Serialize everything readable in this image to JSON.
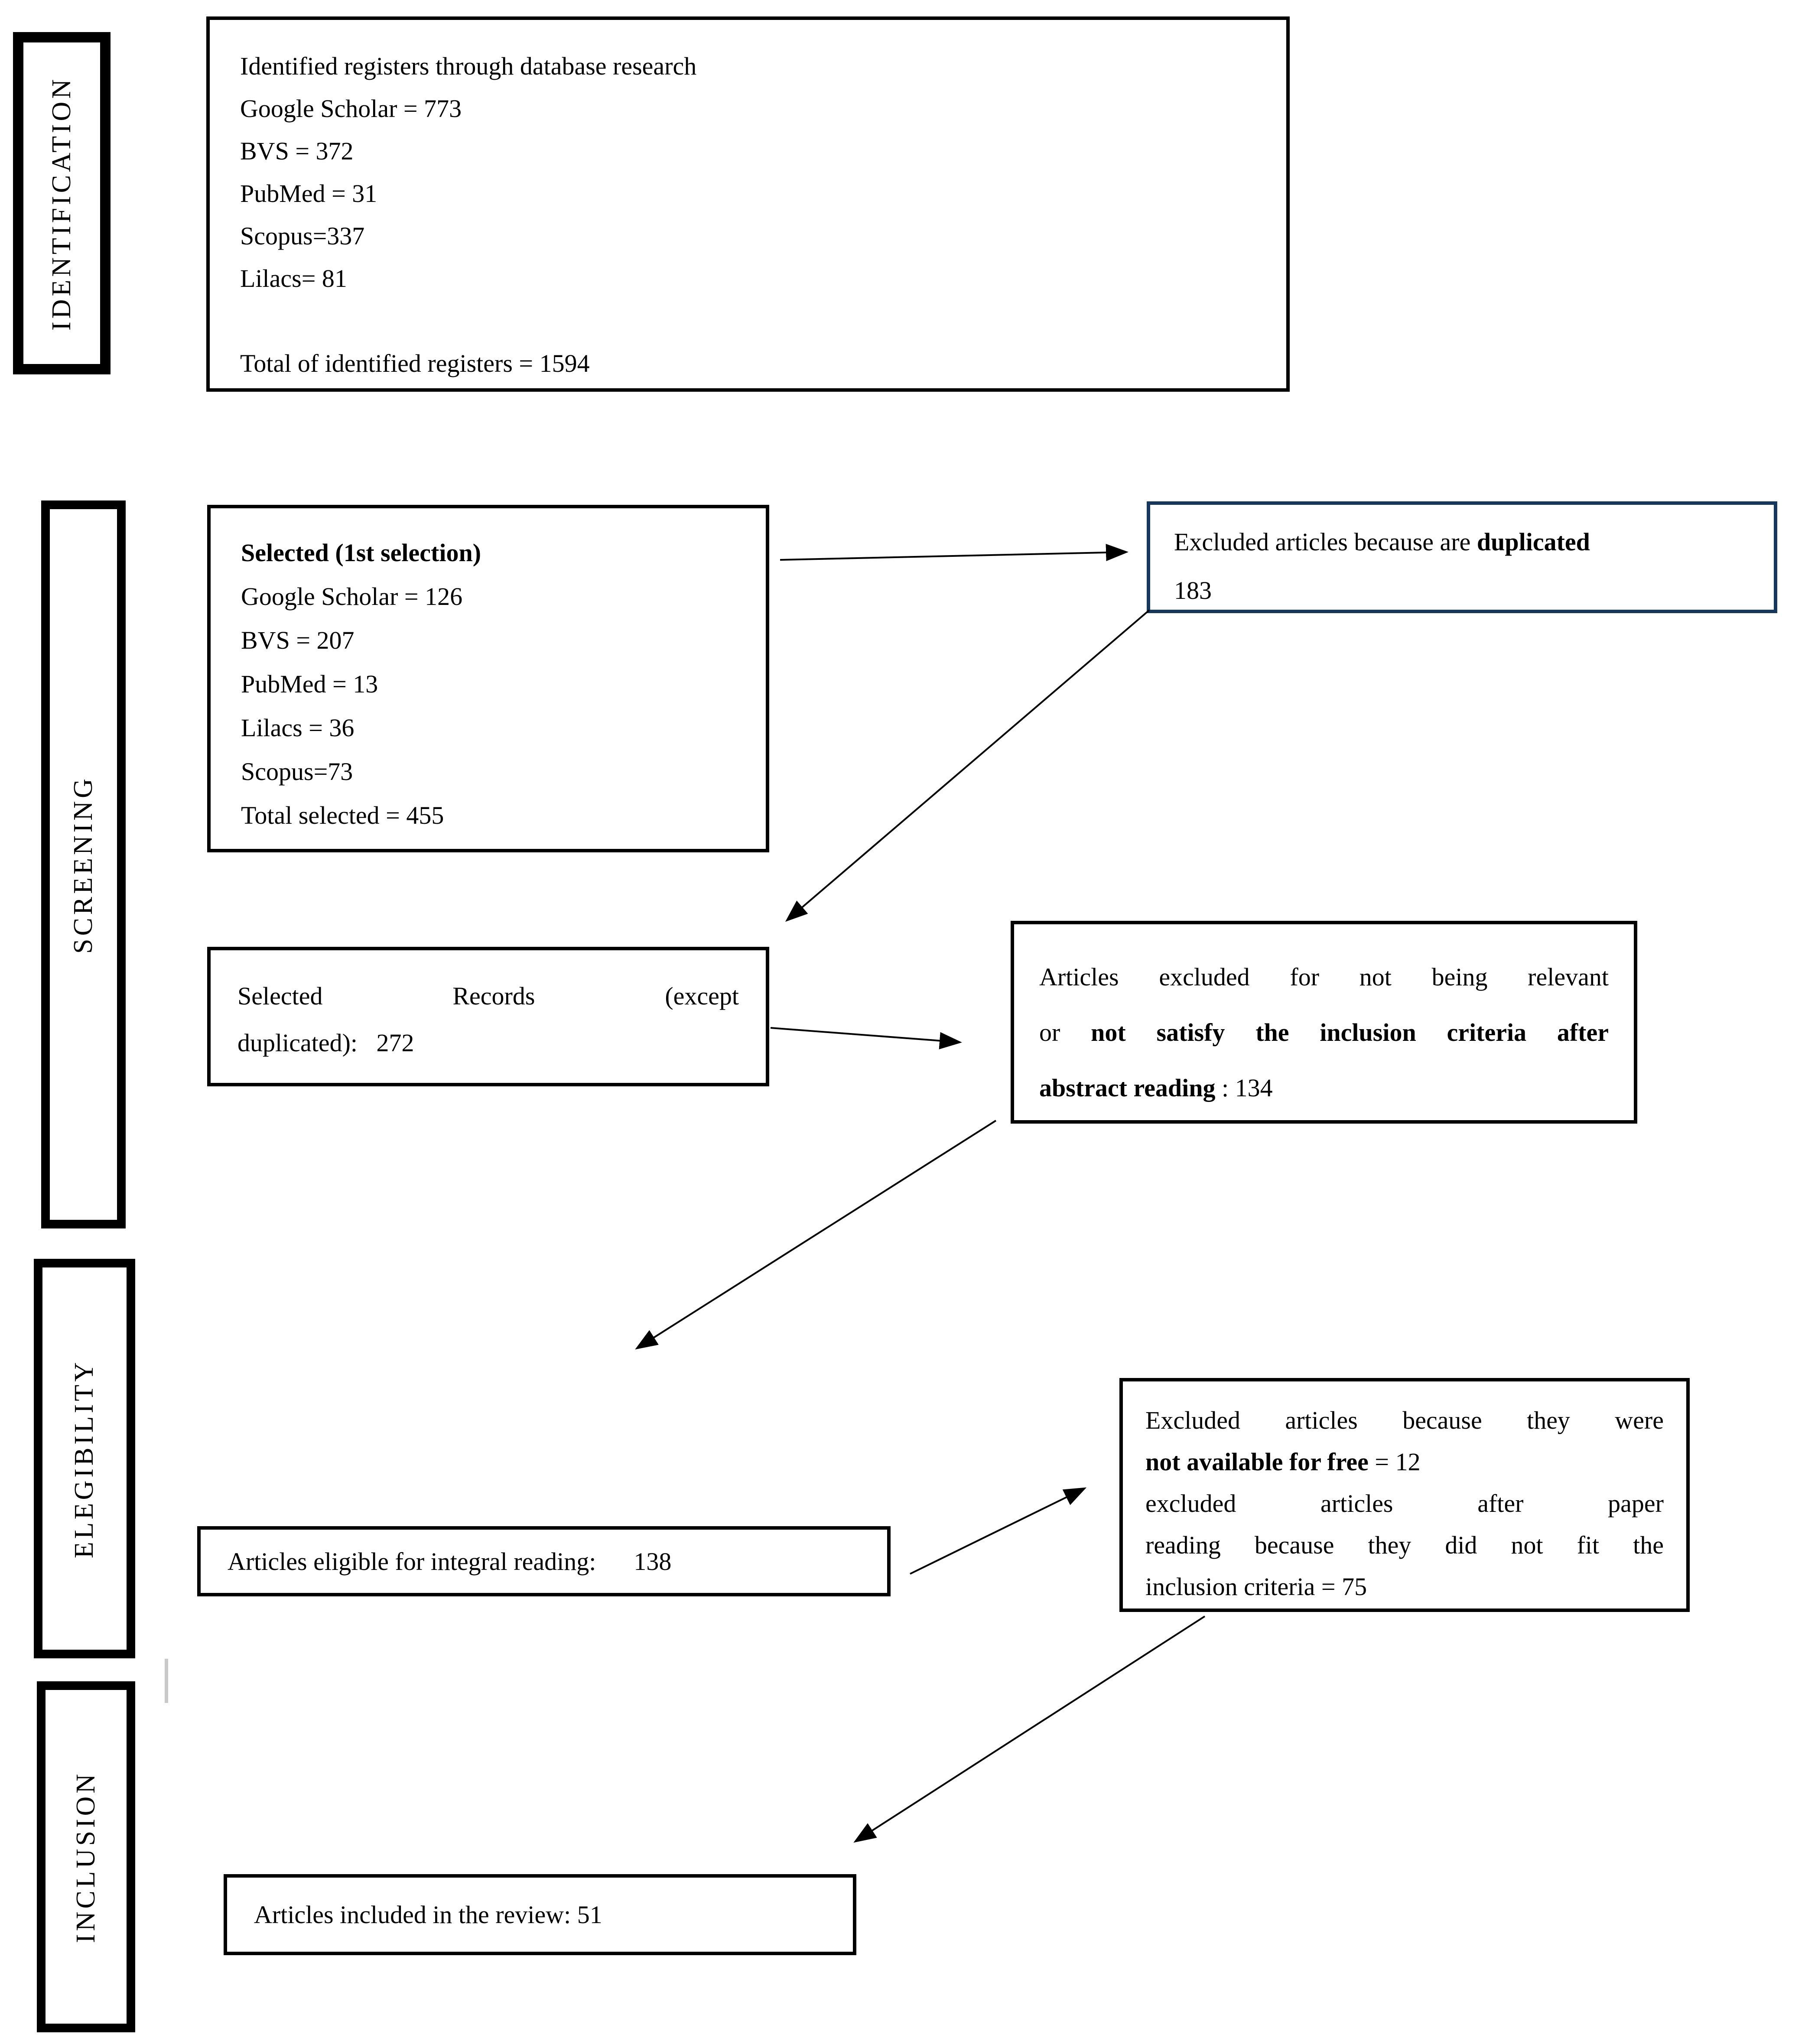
{
  "accent_border_color": "#17375d",
  "side_labels": {
    "identification": "IDENTIFICATION",
    "screening": "SCREENING",
    "elegibility": "ELEGIBILITY",
    "inclusion": "INCLUSION"
  },
  "identified_box": {
    "lines": [
      "Identified registers through database research",
      "Google Scholar = 773",
      "BVS = 372",
      "PubMed = 31",
      "Scopus=337",
      "Lilacs= 81",
      "",
      "Total of identified registers = 1594"
    ]
  },
  "selected_box": {
    "title": "Selected (1st selection)",
    "lines": [
      "Google Scholar = 126",
      "BVS = 207",
      "PubMed = 13",
      "Lilacs = 36",
      "Scopus=73",
      "Total selected = 455"
    ]
  },
  "duplicated_box": {
    "line1_regular": "Excluded articles because are ",
    "line1_bold": "duplicated",
    "line2": "183"
  },
  "records_box": {
    "justified_words": [
      {
        "t": "Selected"
      },
      {
        "t": "Records"
      },
      {
        "t": "(except"
      }
    ],
    "line2": "duplicated):   272"
  },
  "abstract_box": {
    "line1_words": [
      {
        "t": "Articles"
      },
      {
        "t": "excluded"
      },
      {
        "t": "for"
      },
      {
        "t": "not"
      },
      {
        "t": "being"
      },
      {
        "t": "relevant"
      }
    ],
    "line2_words": [
      {
        "t": "or"
      },
      {
        "t": "not",
        "b": true
      },
      {
        "t": "satisfy",
        "b": true
      },
      {
        "t": "the",
        "b": true
      },
      {
        "t": "inclusion",
        "b": true
      },
      {
        "t": "criteria",
        "b": true
      },
      {
        "t": "after",
        "b": true
      }
    ],
    "line3_bold": "abstract reading",
    "line3_regular": " : 134"
  },
  "eligible_box": {
    "text": "Articles eligible for integral reading:      138"
  },
  "notfree_box": {
    "line1_words": [
      {
        "t": "Excluded"
      },
      {
        "t": "articles"
      },
      {
        "t": "because"
      },
      {
        "t": "they"
      },
      {
        "t": "were"
      }
    ],
    "line2_bold": "not available for free",
    "line2_regular": " = 12",
    "line3_words": [
      {
        "t": "excluded"
      },
      {
        "t": "articles"
      },
      {
        "t": "after"
      },
      {
        "t": "paper"
      }
    ],
    "line4_words": [
      {
        "t": "reading"
      },
      {
        "t": "because"
      },
      {
        "t": "they"
      },
      {
        "t": "did"
      },
      {
        "t": "not"
      },
      {
        "t": "fit"
      },
      {
        "t": "the"
      }
    ],
    "line5": "inclusion criteria = 75"
  },
  "included_box": {
    "text": "Articles included in the review: 51"
  }
}
